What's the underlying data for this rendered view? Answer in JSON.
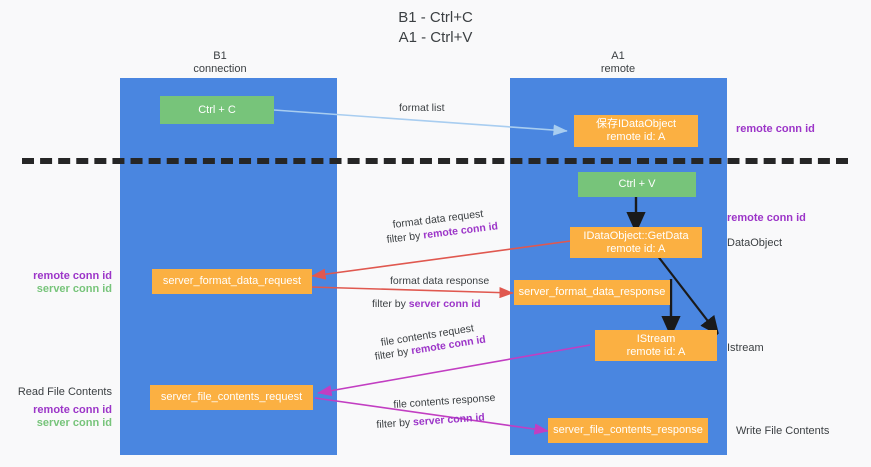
{
  "title": {
    "line1": "B1 - Ctrl+C",
    "line2": "A1 - Ctrl+V"
  },
  "columns": [
    {
      "name": "B1",
      "sub": "connection"
    },
    {
      "name": "A1",
      "sub": "remote"
    }
  ],
  "colors": {
    "lane": "#4a86e0",
    "green_node": "#77c47a",
    "orange_node": "#fbb042",
    "purple_key": "#9c35c8",
    "green_key": "#77c47a",
    "arrow_blue": "#a8cdf0",
    "arrow_red": "#e0584f",
    "arrow_magenta": "#c23ec2",
    "arrow_black": "#1a1a1a",
    "divider": "#262626",
    "text": "#3c4043",
    "background": "#f9f9fa"
  },
  "nodes": {
    "ctrl_c": "Ctrl + C",
    "save_idataobject": {
      "line1": "保存IDataObject",
      "line2": "remote id: A"
    },
    "ctrl_v": "Ctrl + V",
    "getdata": {
      "line1": "IDataObject::GetData",
      "line2": "remote id: A"
    },
    "server_format_data_request": "server_format_data_request",
    "server_format_data_response": "server_format_data_response",
    "istream": {
      "line1": "IStream",
      "line2": "remote id: A"
    },
    "server_file_contents_request": "server_file_contents_request",
    "server_file_contents_response": "server_file_contents_response"
  },
  "edges": {
    "format_list": "format list",
    "format_data_request": "format data request",
    "format_data_request_filter_prefix": "filter by ",
    "format_data_request_filter_key": "remote conn id",
    "format_data_response": "format data response",
    "format_data_response_filter_prefix": "filter by ",
    "format_data_response_filter_key": "server conn id",
    "file_contents_request": "file contents request",
    "file_contents_request_filter_prefix": "filter by ",
    "file_contents_request_filter_key": "remote conn id",
    "file_contents_response": "file contents response",
    "file_contents_response_filter_prefix": "filter by ",
    "file_contents_response_filter_key": "server conn id"
  },
  "annotations": {
    "right_top_remote_conn_id": "remote conn id",
    "right_mid_remote_conn_id": "remote conn id",
    "right_dataobject": "DataObject",
    "right_istream": "Istream",
    "right_write_file_contents": "Write File Contents",
    "left_remote_conn_id": "remote conn id",
    "left_server_conn_id": "server conn id",
    "left_read_file_contents": "Read File Contents",
    "left_remote_conn_id_2": "remote conn id",
    "left_server_conn_id_2": "server conn id"
  }
}
